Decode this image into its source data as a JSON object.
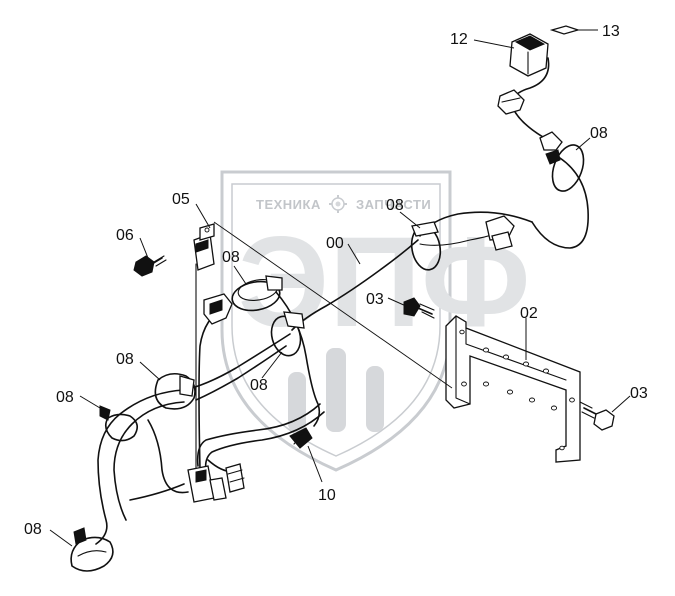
{
  "watermark": {
    "left_word": "ТЕХНИКА",
    "right_word": "ЗАПЧАСТИ",
    "big_letters": "ЭПФ",
    "gear_icon": "gear-icon"
  },
  "callouts": [
    {
      "id": "c12",
      "text": "12"
    },
    {
      "id": "c13",
      "text": "13"
    },
    {
      "id": "c08a",
      "text": "08"
    },
    {
      "id": "c05",
      "text": "05"
    },
    {
      "id": "c08b",
      "text": "08"
    },
    {
      "id": "c06",
      "text": "06"
    },
    {
      "id": "c00",
      "text": "00"
    },
    {
      "id": "c08c",
      "text": "08"
    },
    {
      "id": "c03a",
      "text": "03"
    },
    {
      "id": "c02",
      "text": "02"
    },
    {
      "id": "c08d",
      "text": "08"
    },
    {
      "id": "c08e",
      "text": "08"
    },
    {
      "id": "c08f",
      "text": "08"
    },
    {
      "id": "c03b",
      "text": "03"
    },
    {
      "id": "c10",
      "text": "10"
    },
    {
      "id": "c08g",
      "text": "08"
    }
  ]
}
